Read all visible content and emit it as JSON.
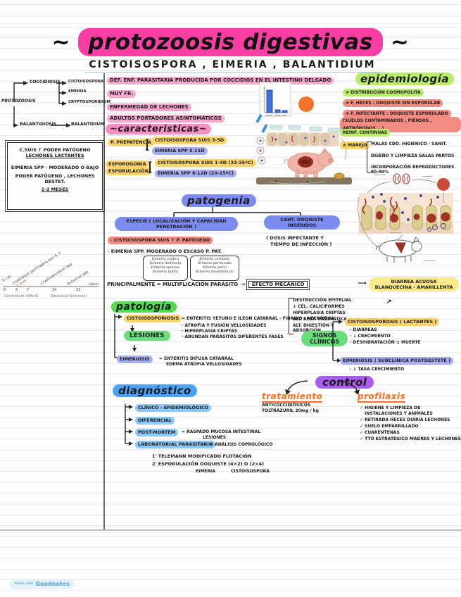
{
  "header": {
    "title_pre": "~",
    "title": "protozoosis digestivas",
    "title_post": "~",
    "subtitle": "CISTOISOSPORA , EIMERIA , BALANTIDIUM"
  },
  "tree": {
    "root": "PROTOZOOSIS",
    "coccidiosis": "COCCIDIOSIS",
    "cisto": "CISTOISOSPORA",
    "eimeria": "EIMERIA",
    "crypto": "CRYPTOSPORIDIUM",
    "balantidiosis": "BALANTIDIOSIS",
    "balantidium": "BALANTIDIUM"
  },
  "pathobox": {
    "l1": "C.SUIS ↑ PODER PATÓGENO",
    "l2": "LECHONES LACTANTES",
    "l3": "EIMERIA SPP · MODERADO O BAJO",
    "l4": "PODER PATÓGENO , LECHONES DESTET.",
    "l5": "1-2 MESES"
  },
  "timeline": {
    "labels": [
      "E.coli",
      "Clostridium perfringens tipo A, C",
      "C.suis",
      "Cryptosporidium spp",
      "Rotavirus spp"
    ],
    "ticks": [
      "0",
      "5",
      "7",
      "14",
      "21"
    ],
    "unit": "(días)",
    "foot1": "Clostridium difficile",
    "foot2": "Rotavirus (lechones)"
  },
  "definition": {
    "l1": "DEF. ENF. PARASITARIA PRODUCIDA POR COCCIDIOS EN EL INTESTINO DELGADO",
    "l2": "MUY FR.",
    "l3": "ENFERMEDAD DE LECHONES",
    "l4": "ADULTOS PORTADORES ASINTOMÁTICOS"
  },
  "caracteristicas": {
    "title": "~caracteristicas~",
    "prepatencia": "P. PREPATENCIA",
    "prep_cisto": "CISTOISOSPORA SUIS 3-5D",
    "prep_eimeria": "EIMERIA SPP 5-11D",
    "esporogonia": "ESPOROGONIA",
    "esporulacion": "ESPORULACIÓN",
    "espo_cisto": "CISTOISOSPORA SUIS 1-4D (32-35ºC)",
    "espo_eimeria": "EIMERIA SPP 6-12D (20-25ºC)"
  },
  "epidemiologia": {
    "title": "epidemiología",
    "i1": "≠ DISTRIBUCIÓN COSMOPOLITA",
    "i2": "≠ F. HECES : OOQUISTE SIN ESPORULAR",
    "i3": "≠ F. INFECTANTE : OOQUISTE ESPORULADO",
    "i4": "(SUELOS CONTAMINADOS , PIENSOS , ARTRÓPODOS ...)",
    "i5": "REINF. CONTINUAS",
    "manejo": "≠ MANEJO",
    "m1": "MALAS CDO. HIGIÉNICO - SANIT.",
    "m2": "DISEÑO Y LIMPIEZA SALAS PARTOS",
    "m3": "INCORPORACIÓN REPRODUCTORES 80-90%"
  },
  "patogenia": {
    "title": "patogenia",
    "especie": "ESPECIE ( LOCALIZACIÓN Y CAPACIDAD PENETRACIÓN )",
    "cantidad1": "CANT. OOQUISTE",
    "cantidad2": "INGERIDOS",
    "cantidad3": "( DOSIS INFECTANTE Y",
    "cantidad4": "TIEMPO DE INFECCIÓN )",
    "cisto_line": "· CISTOISOSPORA SUIS ↑ P. PATÓGENO",
    "eimeria_line": "· EIMERIA SPP. MODERADO O ESCASO P. PAT.",
    "species_a": [
      "Eimeria scabra",
      "Eimeria debliecki",
      "Eimeria spinosa",
      "Eimeria polita"
    ],
    "species_b": [
      "Eimeria cerdonis",
      "Eimeria perminuta",
      "Eimeria porci",
      "Eimeria neodebliecki"
    ],
    "mecanismo": "PRINCIPALMENTE = MULTIPLICACIÓN PARÁSITO",
    "efecto": "EFECTO MECÁNICO",
    "efectos": [
      "DESTRUCCIÓN EPITELIAL",
      "↓ CÉL. CALICIFORMES",
      "HIPERPLASIA CRIPTAS",
      "ALT. RESP. ENZIMÁTICA",
      "ALT. DIGESTIÓN Y ABSORCIÓN"
    ],
    "diarrea1": "DIARREA ACUOSA",
    "diarrea2": "BLANQUECINA - AMARILLENTA"
  },
  "patologia": {
    "title": "patología",
    "cisto": "CISTOISOSPORIOSIS",
    "cisto_txt": "= ENTERITIS YEYUNO E ÍLEON CATARRAL - FIBRINO - NECRÓTICA",
    "b1": "· ATROFIA Y FUSIÓN VELLOSIDADES",
    "b2": "· HIPERPLASIA CRIPTAS",
    "b3": "· ABUNDAN PARÁSITOS DIFERENTES FASES",
    "lesiones": "LESIONES",
    "eimeriosis": "EIMERIOSIS",
    "eim_txt1": "= ENTERITIS DIFUSA CATARRAL",
    "eim_txt2": "EDEMA ATROFIA VELLOSIDADES"
  },
  "signos": {
    "bubble1": "SIGNOS",
    "bubble2": "CLÍNICOS",
    "cisto": "CISTOISOSPOROSIS ( LACTANTES )",
    "c1": "· DIARREAS",
    "c2": "· ↓ CRECIMIENTO",
    "c3": "· DESHIDRATACIÓN ± MUERTE",
    "eimeriosis": "EIMERIOSIS ( SUBCLÍNICA POSTDESTETE )",
    "e1": "· ↓ TASA CRECIMIENTO"
  },
  "diagnostico": {
    "title": "diagnóstico",
    "i1": "CLÍNICO - EPIDEMIOLÓGICO",
    "i2": "DIFERENCIAL",
    "i3": "POST-MORTEM",
    "i3_txt1": "= RASPADO MUCOSA INTESTINAL",
    "i3_txt2": "LESIONES",
    "i4": "LABORATORIAL PARASITARIO",
    "i4_txt": "= ANÁLISIS COPROLÓGICO",
    "n1": "1' TELEMANN MODIFICADO FLOTACIÓN",
    "n2": "2' ESPORULACIÓN OOQUISTE (4×2) O (2×4)",
    "sub1": "EIMERIA",
    "sub2": "CISTOISOSPORA"
  },
  "control": {
    "title": "control",
    "tratamiento": "tratamiento",
    "t1": "ANTICOCCIDIÓSICOS",
    "t2": "TOLTRAZURIL 20mg / kg",
    "profilaxis": "profilaxis",
    "p1": "✓ HIGIENE Y LIMPIEZA DE",
    "p1b": "INSTALACIONES Y ANIMALES",
    "p2": "✓ RETIRADA HECES DIARIA LECHONES",
    "p3": "✓ SUELO EMPARRILLADO",
    "p4": "✓ CUARENTENAS",
    "p5": "✓ TTO ESTRATÉGICO MADRES Y LECHONES"
  },
  "footer": {
    "made_with": "Made with",
    "brand": "Goodnotes"
  },
  "colors": {
    "title_pink": "#fb3ea4",
    "definition_pink": "#f6a8cf",
    "lime_green": "#b9ec6a",
    "yellow": "#fcd467",
    "periwinkle": "#a9aef3",
    "salmon": "#f48b80",
    "green_bubble": "#68df7b",
    "diag_blue": "#8cc9f8",
    "control_purple": "#a95cf2",
    "orange": "#f8913a",
    "patogenia_indigo": "#7c8bf0"
  }
}
